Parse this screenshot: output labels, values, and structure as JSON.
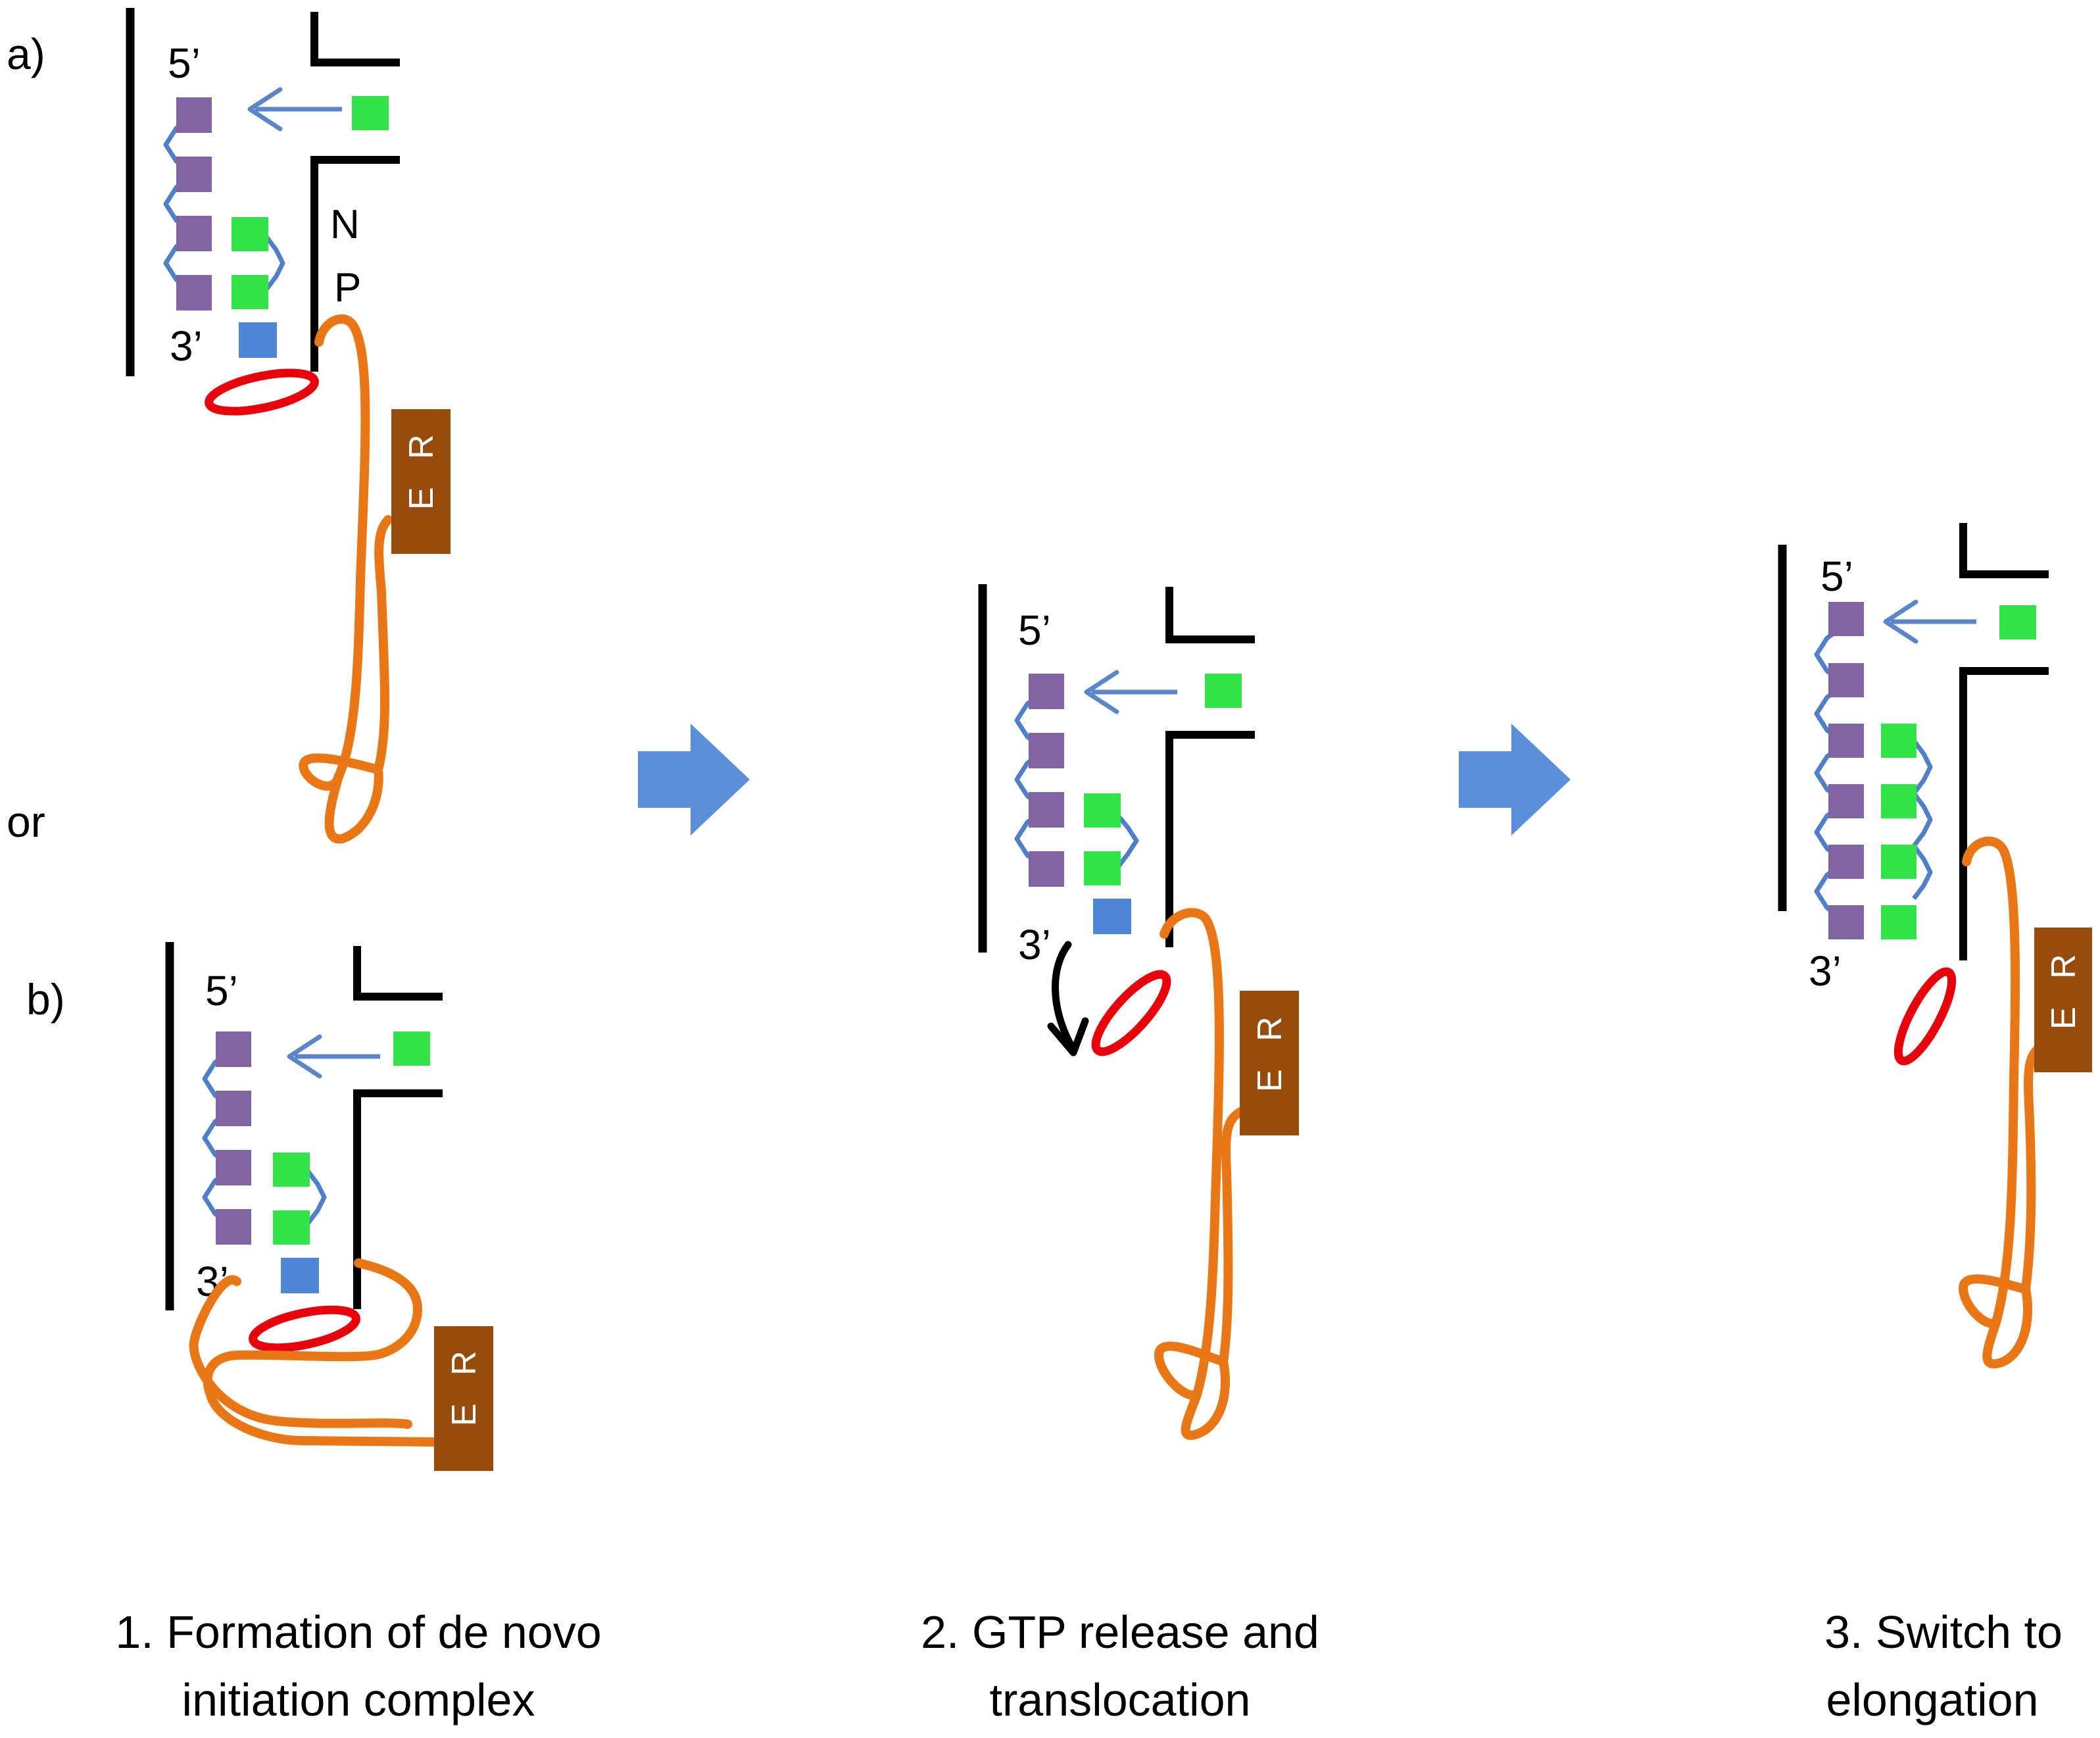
{
  "labels": {
    "a": "a)",
    "b": "b)",
    "or": "or",
    "five_prime": "5’",
    "three_prime": "3’",
    "n": "N",
    "p": "P",
    "er": "E R"
  },
  "captions": {
    "step1_line1": "1. Formation of de novo",
    "step1_line2": "initiation complex",
    "step2_line1": "2. GTP release and",
    "step2_line2": "translocation",
    "step3_line1": "3. Switch to",
    "step3_line2": "elongation"
  },
  "colors": {
    "template_base": "#8064a2",
    "nascent_base": "#33e34a",
    "gtp": "#4f86d6",
    "backbone": "#4f7fc8",
    "priming_loop": "#e8000a",
    "c_terminal_tail": "#e97716",
    "er_anchor": "#974c0c",
    "transition_arrow": "#5b8fd9",
    "outline": "#000000"
  }
}
